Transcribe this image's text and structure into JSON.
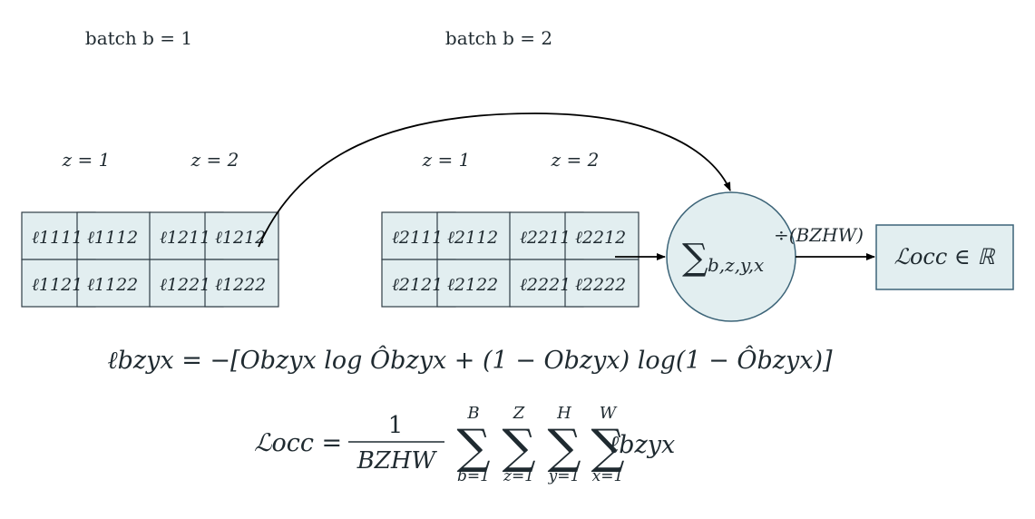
{
  "labels": {
    "batch1": "batch b = 1",
    "batch2": "batch b = 2",
    "z1_b1": "z = 1",
    "z2_b1": "z = 2",
    "z1_b2": "z = 1",
    "z2_b2": "z = 2"
  },
  "grids": {
    "batch1": {
      "z1": [
        [
          "ℓ1111",
          "ℓ1112"
        ],
        [
          "ℓ1121",
          "ℓ1122"
        ]
      ],
      "z2": [
        [
          "ℓ1211",
          "ℓ1212"
        ],
        [
          "ℓ1221",
          "ℓ1222"
        ]
      ]
    },
    "batch2": {
      "z1": [
        [
          "ℓ2111",
          "ℓ2112"
        ],
        [
          "ℓ2121",
          "ℓ2122"
        ]
      ],
      "z2": [
        [
          "ℓ2211",
          "ℓ2212"
        ],
        [
          "ℓ2221",
          "ℓ2222"
        ]
      ]
    }
  },
  "sum_node": {
    "symbol": "∑",
    "subscript": "b,z,y,x"
  },
  "divide_label": "÷(BZHW)",
  "output_box": "ℒocc ∈ ℝ",
  "equations": {
    "bce": "ℓbzyx = −[Obzyx log Ôbzyx + (1 − Obzyx) log(1 − Ôbzyx)]",
    "mean_lhs": "ℒocc =",
    "mean_num": "1",
    "mean_den": "BZHW",
    "sums": [
      {
        "sym": "∑",
        "upper": "B",
        "lower": "b=1"
      },
      {
        "sym": "∑",
        "upper": "Z",
        "lower": "z=1"
      },
      {
        "sym": "∑",
        "upper": "H",
        "lower": "y=1"
      },
      {
        "sym": "∑",
        "upper": "W",
        "lower": "x=1"
      }
    ],
    "mean_term": "ℓbzyx"
  },
  "colors": {
    "cell_fill": "#e2eef0",
    "cell_stroke": "#2f3d45",
    "node_fill": "#e2eef0",
    "node_stroke": "#3c6478",
    "text": "#1f2a30"
  }
}
